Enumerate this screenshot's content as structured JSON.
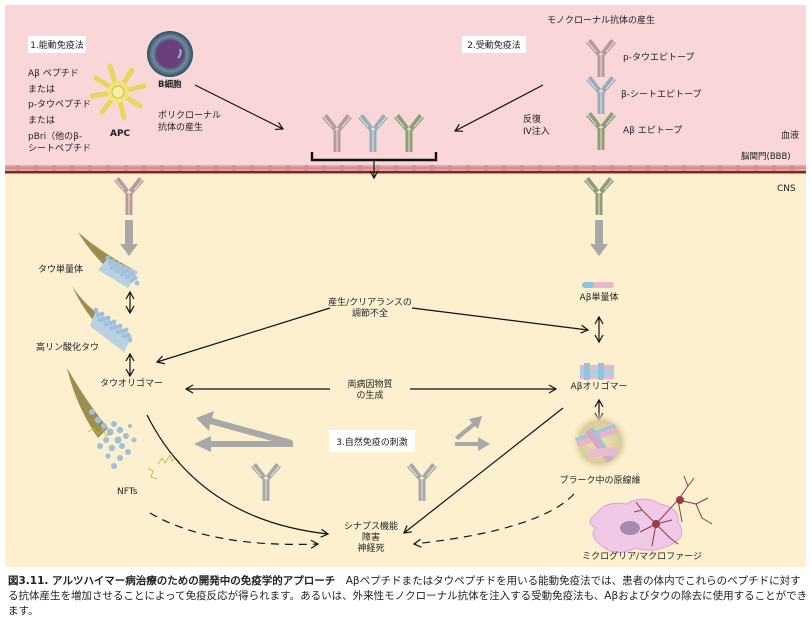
{
  "compartments": {
    "blood": "血液",
    "bbb": "脳関門(BBB)",
    "cns": "CNS"
  },
  "active": {
    "title": "1.能動免疫法",
    "peptides": [
      "Aβ ペプチド",
      "または",
      "p-タウペプチド",
      "または",
      "pBri（他のβ-",
      "シートペプチド"
    ],
    "apc": "APC",
    "bcell": "B細胞",
    "polyclonal": [
      "ポリクローナル",
      "抗体の産生"
    ]
  },
  "passive": {
    "title": "2.受動免疫法",
    "monoclonal": "モノクローナル抗体の産生",
    "epitopes": [
      "p-タウエピトープ",
      "β-シートエピトープ",
      "Aβ エピトープ"
    ],
    "iv": [
      "反復",
      "IV注入"
    ]
  },
  "tau": {
    "monomer": "タウ単量体",
    "hyper": "高リン酸化タウ",
    "oligomer": "タウオリゴマー",
    "nfts": "NFTs"
  },
  "abeta": {
    "monomer": "Aβ単量体",
    "oligomer": "Aβオリゴマー",
    "fibrils": "プラーク中の原線維",
    "microglia": "ミクログリア/マクロファージ"
  },
  "center": {
    "dysreg": [
      "産生/クリアランスの",
      "調節不全"
    ],
    "generation": [
      "両病因物質",
      "の生成"
    ],
    "innate": "3.自然免疫の刺激",
    "outcome": [
      "シナプス機能",
      "障害",
      "神経死"
    ]
  },
  "colors": {
    "blood_bg": "#f9d7d9",
    "cns_bg": "#fdf0cf",
    "tau_ab": "#b79b9c",
    "sheet_ab": "#9aacb8",
    "abeta_ab": "#8d9e78",
    "gray_arrow": "#a8a8a8"
  },
  "caption": {
    "title": "図3.11. アルツハイマー病治療のための開発中の免疫学的アプローチ",
    "body": "　Aβペプチドまたはタウペプチドを用いる能動免疫法では、患者の体内でこれらのペプチドに対する抗体産生を増加させることによって免疫反応が得られます。あるいは、外来性モノクローナル抗体を注入する受動免疫法も、Aβおよびタウの除去に使用することができます。"
  }
}
